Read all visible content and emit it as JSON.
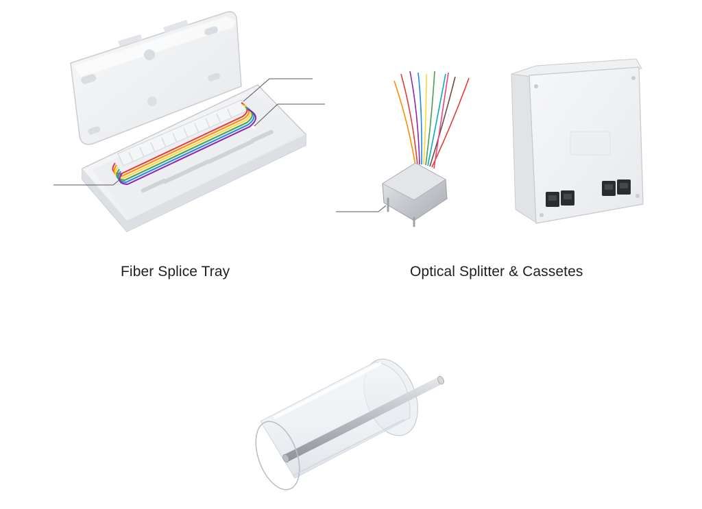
{
  "captions": {
    "fiber_splice_tray": "Fiber Splice Tray",
    "optical_splitter_cassettes": "Optical Splitter & Cassetes"
  },
  "colors": {
    "background": "#ffffff",
    "plastic": "#f1f2f4",
    "plastic_shadow": "#d4d7db",
    "metal": "#c9ccd0",
    "fiber_colors": [
      "#e53935",
      "#fb8c00",
      "#fdd835",
      "#43a047",
      "#1e88e5",
      "#8e24aa",
      "#6d4c41",
      "#ec407a",
      "#00acc1",
      "#3949ab"
    ]
  },
  "icons": {
    "splice_tray": "fiber-splice-tray-illustration",
    "plc_splitter": "plc-splitter-illustration",
    "cassette_box": "splitter-cassette-illustration",
    "sleeve": "heat-shrink-sleeve-illustration"
  }
}
